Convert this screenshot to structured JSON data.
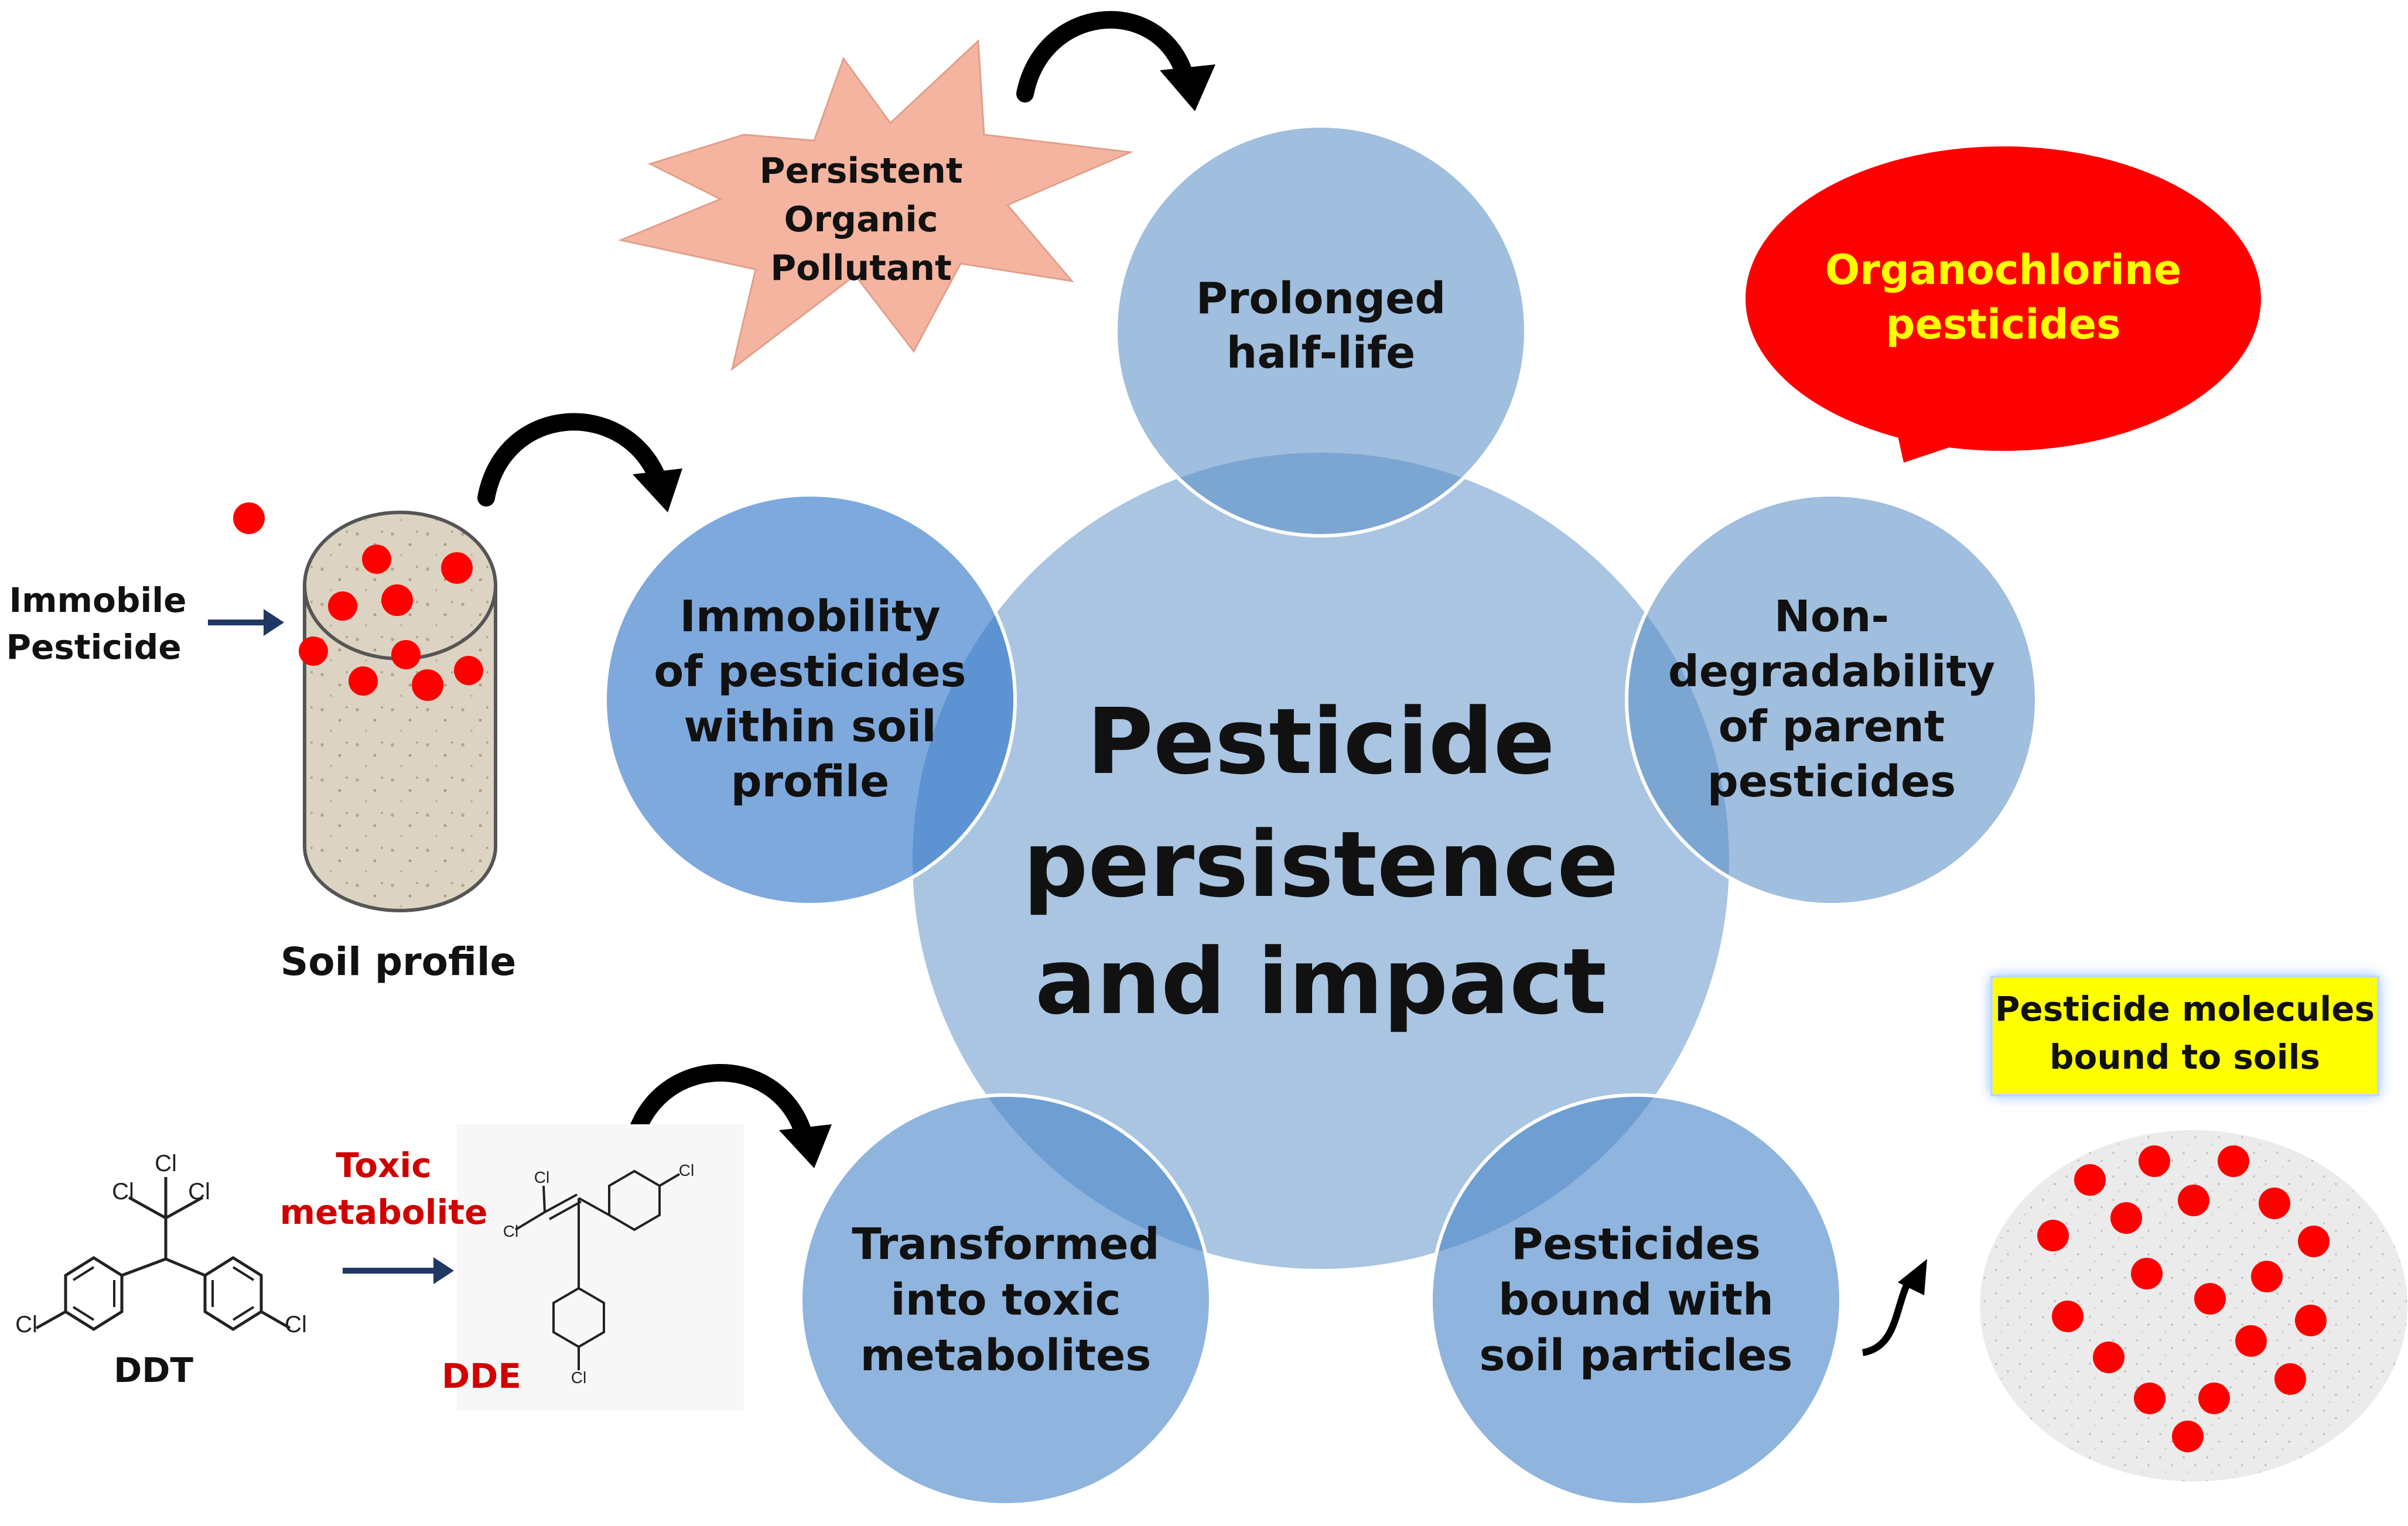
{
  "center": {
    "lines": [
      "Pesticide",
      "persistence",
      "and impact"
    ]
  },
  "satellites": {
    "top": [
      "Prolonged",
      "half-life"
    ],
    "left": [
      "Immobility",
      "of pesticides",
      "within soil",
      "profile"
    ],
    "right": [
      "Non-",
      "degradability",
      "of parent",
      "pesticides"
    ],
    "bottom_left": [
      "Transformed",
      "into toxic",
      "metabolites"
    ],
    "bottom_right": [
      "Pesticides",
      "bound with",
      "soil particles"
    ]
  },
  "starburst": [
    "Persistent",
    "Organic",
    "Pollutant"
  ],
  "speech_bubble": [
    "Organochlorine",
    "pesticides"
  ],
  "soil_profile": {
    "arrow_label": [
      "Immobile",
      "Pesticide"
    ],
    "caption": "Soil profile"
  },
  "chemistry": {
    "ddt_label": "DDT",
    "dde_label": "DDE",
    "transform_label": [
      "Toxic",
      "metabolite"
    ],
    "atom_cl": "Cl"
  },
  "bound_box": [
    "Pesticide molecules",
    "bound to soils"
  ],
  "colors": {
    "circle_fill": "#5b8fc7",
    "pesticide_dot": "#ff0000",
    "bubble_red": "#ff0000",
    "bubble_text": "#ffff00",
    "starburst": "#f4b4a0",
    "yellow_box": "#ffff00",
    "dark_arrow": "#1f3864"
  }
}
